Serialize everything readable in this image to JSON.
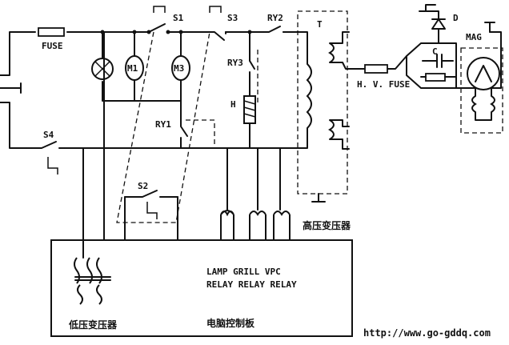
{
  "labels": {
    "fuse": "FUSE",
    "s1": "S1",
    "s2": "S2",
    "s3": "S3",
    "s4": "S4",
    "ry1": "RY1",
    "ry2": "RY2",
    "ry3": "RY3",
    "m1": "M1",
    "m3": "M3",
    "heater": "H",
    "transformer": "T",
    "hv_fuse": "H. V. FUSE",
    "capacitor": "C",
    "diode": "D",
    "magnetron": "MAG",
    "hv_transformer": "高压变压器",
    "lv_transformer": "低压变压器",
    "control_board": "电脑控制板",
    "relay_names": "LAMP GRILL VPC",
    "relay_suffix": "RELAY RELAY RELAY"
  },
  "footer": {
    "url": "http://www.go-gddq.com"
  }
}
